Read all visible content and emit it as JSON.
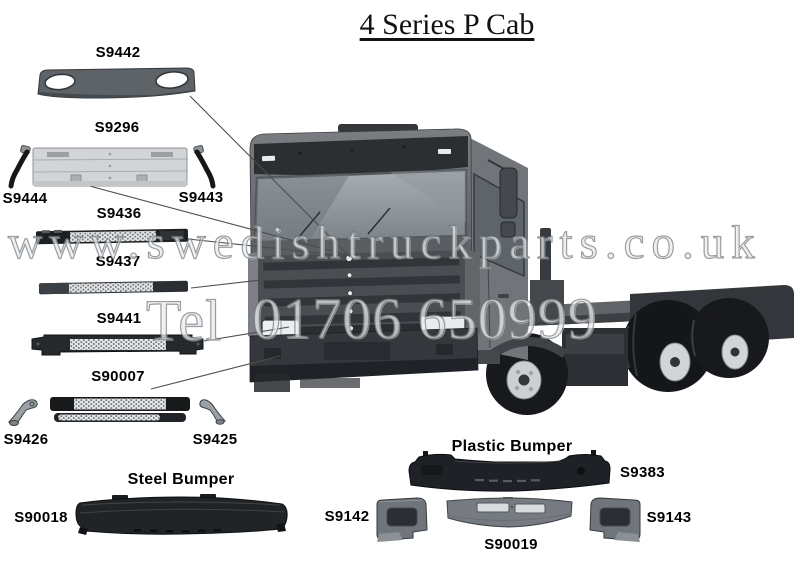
{
  "title": "4 Series P Cab",
  "watermark": {
    "website": "www.swedishtruckparts.co.uk",
    "tel_label": "Tel",
    "tel_number": "01706 650999"
  },
  "headings": {
    "steel_bumper": "Steel Bumper",
    "plastic_bumper": "Plastic Bumper"
  },
  "part_labels": {
    "s9442": "S9442",
    "s9296": "S9296",
    "s9444": "S9444",
    "s9443": "S9443",
    "s9436": "S9436",
    "s9437": "S9437",
    "s9441": "S9441",
    "s90007": "S90007",
    "s9426": "S9426",
    "s9425": "S9425",
    "s90018": "S90018",
    "s9383": "S9383",
    "s9142": "S9142",
    "s90019": "S90019",
    "s9143": "S9143"
  },
  "colors": {
    "background": "#ffffff",
    "label_text": "#000000",
    "watermark_grey": "#9da2a5",
    "truck_body_grey": "#54585c",
    "dark_part": "#24272a",
    "light_grille": "#d2d5d7",
    "grey_plastic": "#757b80",
    "bumper_black": "#1e2126"
  }
}
